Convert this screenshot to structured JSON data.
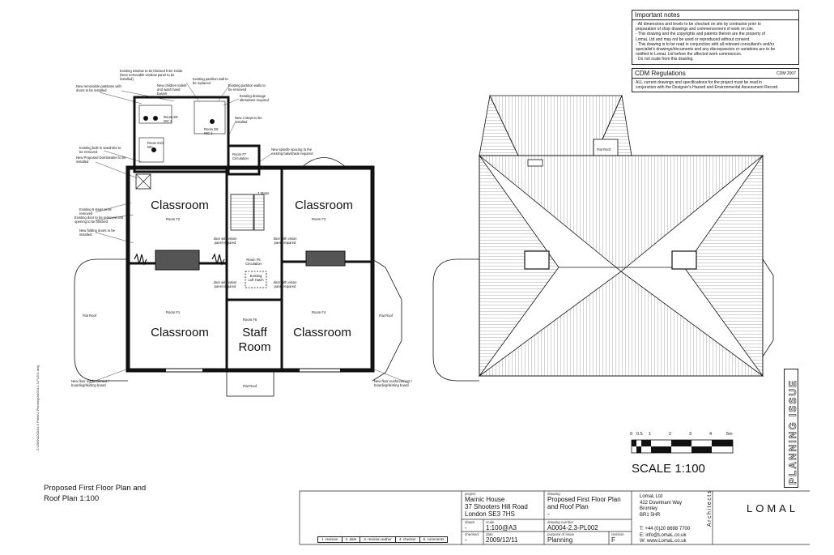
{
  "notes": {
    "title": "Important notes",
    "lines": [
      "- All dimensions and levels to be checked on site by contractor prior to",
      "preparation of shop drawings and commencement of work on site.",
      "- This drawing and the copyrights and patents therein are the property of",
      "LomaL Ltd and may not be used or reproduced without consent.",
      "- This drawing is to be read in conjunction with all relevant consultant's and/or",
      "specialist's drawings/documents and any discrepancies or variations are to be",
      "notified to LomaL Ltd before the affected work commences.",
      "- Do not scale from this drawing."
    ]
  },
  "cdm": {
    "title": "CDM Regulations",
    "ref": "CDM 2007",
    "lines": [
      "ALL current drawings and specifications for the project must be read in",
      "conjunction with the Designer's Hazard and Environmental Assessment Record."
    ]
  },
  "plan": {
    "rooms": {
      "classroom_f2": "Classroom",
      "classroom_f3": "Classroom",
      "classroom_f1": "Classroom",
      "classroom_f4": "Classroom",
      "staff_room_1": "Staff",
      "staff_room_2": "Room"
    },
    "room_refs": {
      "f2": "Room F2",
      "f3": "Room F3",
      "f1": "Room F1",
      "f4": "Room F4",
      "f5": "Room F5",
      "f6": "Room F6 Circulation",
      "f7": "Room F7 Circulation",
      "e9": "Room E9 WC 2",
      "e8": "Room E8 WC 1",
      "e10": "Room E10 WC"
    },
    "labels": {
      "flat_roof_left": "Flat Roof",
      "flat_roof_right": "Flat Roof",
      "flat_roof_bottom": "Flat Roof",
      "flat_roof_top_roofplan": "Flat Roof",
      "existing_loft_hatch": "Existing Loft Hatch",
      "steps": "7 Steps",
      "door_panel_1": "door with vision panel required",
      "door_panel_2": "door with vision panel required",
      "door_panel_3": "door with vision panel required",
      "door_panel_4": "door with vision panel required"
    },
    "annotations": [
      "Existing window to be blocked from inside (New removable window panel to be installed)",
      "Existing partition wall to be replaced",
      "Existing partition walls to be removed",
      "New removable partitions with doors to be installed",
      "New children toilets and wash hand basins",
      "Existing drainage alterations required",
      "New 4 steps to be installed",
      "New spindle spacing to the existing balustrade required",
      "Existing built-in wardrobe to be removed",
      "New Proposed Dumbwaiter to be installed",
      "Existing 5 steps to be removed",
      "Existing door to be removed and opening to be blocked",
      "New folding doors to be installed",
      "New floor reinforcement / boarding/skirting board",
      "New floor reinforcement / boarding/skirting board"
    ]
  },
  "scale_bar": {
    "ticks": [
      "0",
      "0.5",
      "1",
      "2",
      "3",
      "4",
      "5m"
    ],
    "label": "SCALE 1:100"
  },
  "stamp": "PLANNING ISSUE",
  "drawing_title": [
    "Proposed First Floor Plan and",
    "Roof Plan 1:100"
  ],
  "side_ref": "Z:\\2009\\A0004\\4.3 Prints\\2 Planning\\A0004-2.3-PL002.dwg",
  "title_block": {
    "project_label": "project",
    "project": [
      "Marnic House",
      "37 Shooters Hill Road",
      "London SE3 7HS"
    ],
    "drawn_label": "drawn",
    "drawn": "-",
    "scale_label": "scale",
    "scale": "1:100@A3",
    "checked_label": "checked",
    "checked": "-",
    "date_label": "date",
    "date": "2009/12/11",
    "drawing_label": "drawing",
    "drawing": [
      "Proposed First Floor Plan",
      "and Roof Plan"
    ],
    "drawing_dash": "-",
    "number_label": "drawing number",
    "number": "A0004-2.3-PL002",
    "purpose_label": "purpose of issue",
    "purpose": "Planning",
    "revision_label": "revision",
    "revision": "F",
    "revision_cols": [
      "1. revision",
      "2. date",
      "3. revision author",
      "4. checker",
      "5. comments"
    ],
    "company": [
      "LomaL Ltd",
      "422 Downham Way",
      "Bromley",
      "BR1 5HR"
    ],
    "contact": [
      "T:   +44 (0)20 8698 7700",
      "E:   info@LomaL.co.uk",
      "W:  www.LomaL.co.uk"
    ],
    "architects": "Architects",
    "logo": "LOMAL"
  }
}
